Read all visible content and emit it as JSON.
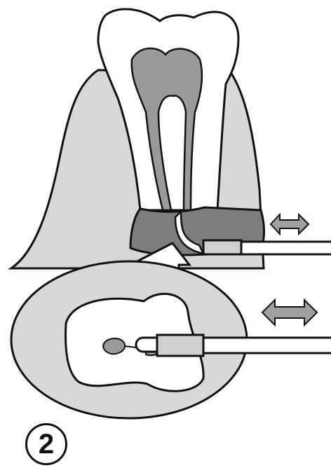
{
  "figure": {
    "step_number": "2",
    "parts": {
      "gum": "gum-tissue",
      "tooth": "tooth-crown-and-roots",
      "pulp": "pulp-chamber",
      "upper_arrow": "double-headed-arrow",
      "lower_arrow": "double-headed-arrow",
      "insert_arrow": "up-arrow"
    },
    "colors": {
      "outline": "#111111",
      "gum": "#d8d8d8",
      "pulp": "#9a9a9a",
      "section_ring": "#d8d8d8",
      "arrow_fill": "#a0a0a0",
      "background": "#ffffff"
    }
  }
}
